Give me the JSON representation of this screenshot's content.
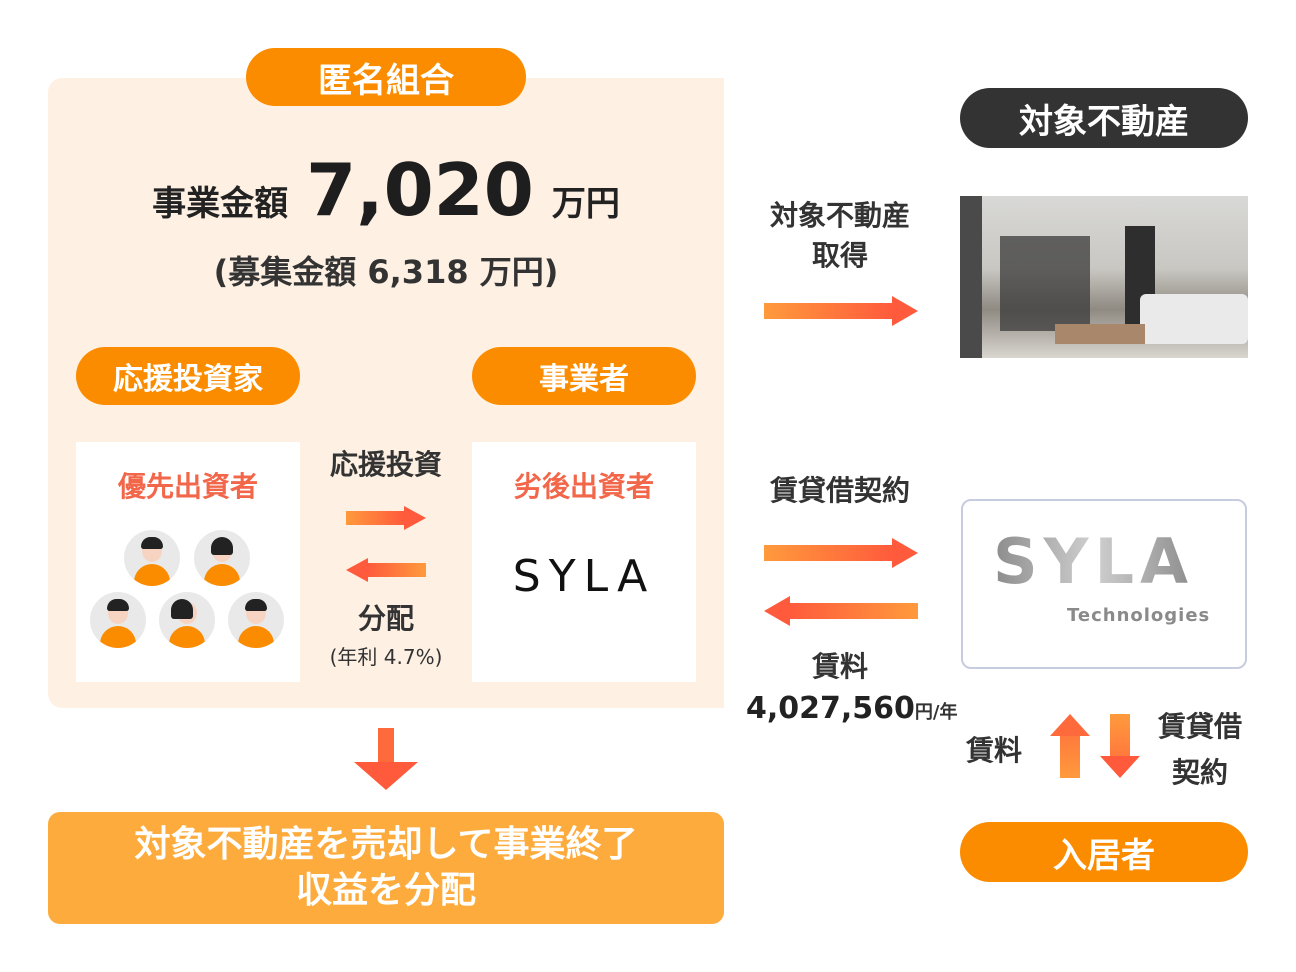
{
  "anonymous_partnership": {
    "title": "匿名組合",
    "business_amount_label": "事業金額",
    "business_amount_value": "7,020",
    "business_amount_unit": "万円",
    "recruitment_amount": "(募集金額 6,318 万円)",
    "supporter_label": "応援投資家",
    "operator_label": "事業者",
    "senior_investor": "優先出資者",
    "junior_investor": "劣後出資者",
    "operator_logo": "SYLA",
    "invest_label": "応援投資",
    "distribution_label": "分配",
    "distribution_rate": "(年利 4.7%)"
  },
  "exit": {
    "line1": "対象不動産を売却して事業終了",
    "line2": "収益を分配"
  },
  "property": {
    "title": "対象不動産",
    "acquire_label_1": "対象不動産",
    "acquire_label_2": "取得"
  },
  "lease": {
    "contract_label": "賃貸借契約",
    "rent_label": "賃料",
    "rent_amount": "4,027,560",
    "rent_unit": "円/年",
    "company_logo": "SYLA",
    "company_logo_sub": "Technologies",
    "tenant_rent_label": "賃料",
    "tenant_contract_1": "賃貸借",
    "tenant_contract_2": "契約",
    "tenant_label": "入居者"
  },
  "colors": {
    "accent": "#fb8c00",
    "panel": "#fef1e4",
    "exit": "#fdab3c",
    "red_text": "#f2674a",
    "dark": "#333333"
  }
}
